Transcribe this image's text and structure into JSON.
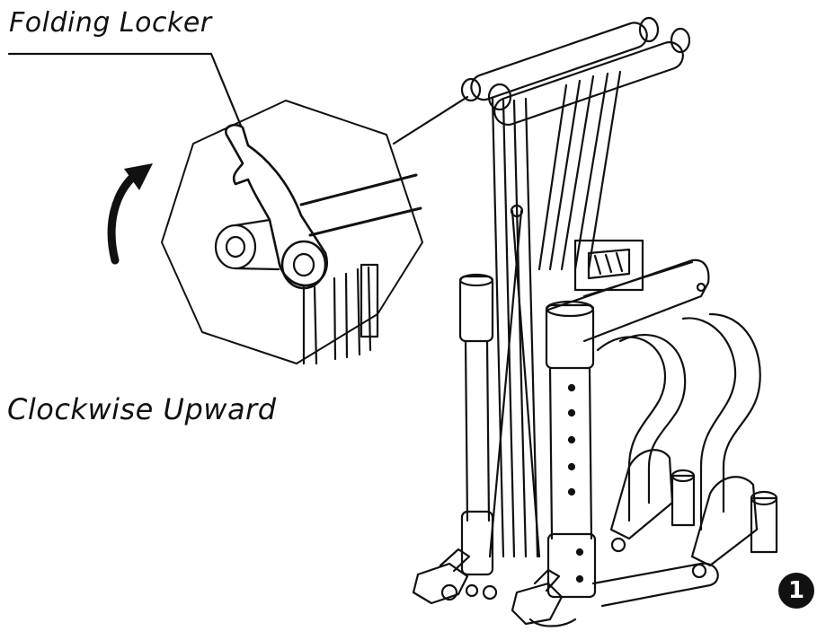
{
  "callout": {
    "title": "Folding Locker",
    "instruction": "Clockwise Upward"
  },
  "step_number": "1",
  "icons": [
    "clockwise-arrow-icon",
    "step-number-badge-icon"
  ],
  "colors": {
    "line": "#111111",
    "background": "#ffffff"
  }
}
